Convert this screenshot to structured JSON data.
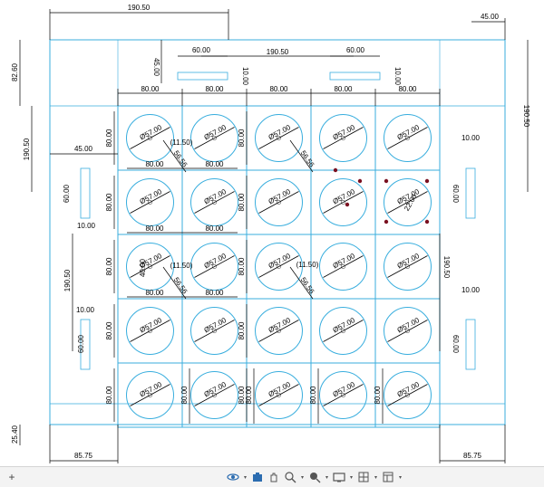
{
  "drawing": {
    "top_dims": {
      "overall_width": "190.50",
      "right_tab": "45.00",
      "tab_left": "60.00",
      "tab_right": "60.00",
      "tab_spacing": "190.50",
      "tab_height_left": "10.00",
      "tab_height_right": "10.00",
      "top_gap": "45.00"
    },
    "left_dims": {
      "top_height": "82.60",
      "upper_height": "190.50",
      "left_gap": "45.00",
      "left_tab": "60.00",
      "left_tab_thick": "10.00",
      "lower_height": "190.50",
      "lower_tab": "60.00",
      "lower_tab_thick": "10.00",
      "bottom_gap": "25.40"
    },
    "right_dims": {
      "upper_height": "190.50",
      "upper_tab_thick": "10.00",
      "upper_tab": "60.00",
      "mid_height": "190.50",
      "lower_tab_thick": "10.00",
      "lower_tab": "60.00"
    },
    "bottom_dims": {
      "left": "85.75",
      "right": "85.75"
    },
    "column_widths": [
      "80.00",
      "80.00",
      "80.00",
      "80.00",
      "80.00"
    ],
    "cell_size": "80.00",
    "hole_diameter": "Ø57.00",
    "diag_offset": "56.56",
    "ref_offset": "(11.50)",
    "small_40": "40.00",
    "small_22": "22.00"
  },
  "toolbar": {
    "icons": [
      "orbit-icon",
      "camera-icon",
      "pan-icon",
      "zoom-fit-icon",
      "zoom-icon",
      "display-icon",
      "grid-icon",
      "layout-icon"
    ]
  },
  "add_tab_label": "+",
  "colors": {
    "outline": "#39aede",
    "dimension": "#000000",
    "accent_dot": "#7a1020"
  }
}
